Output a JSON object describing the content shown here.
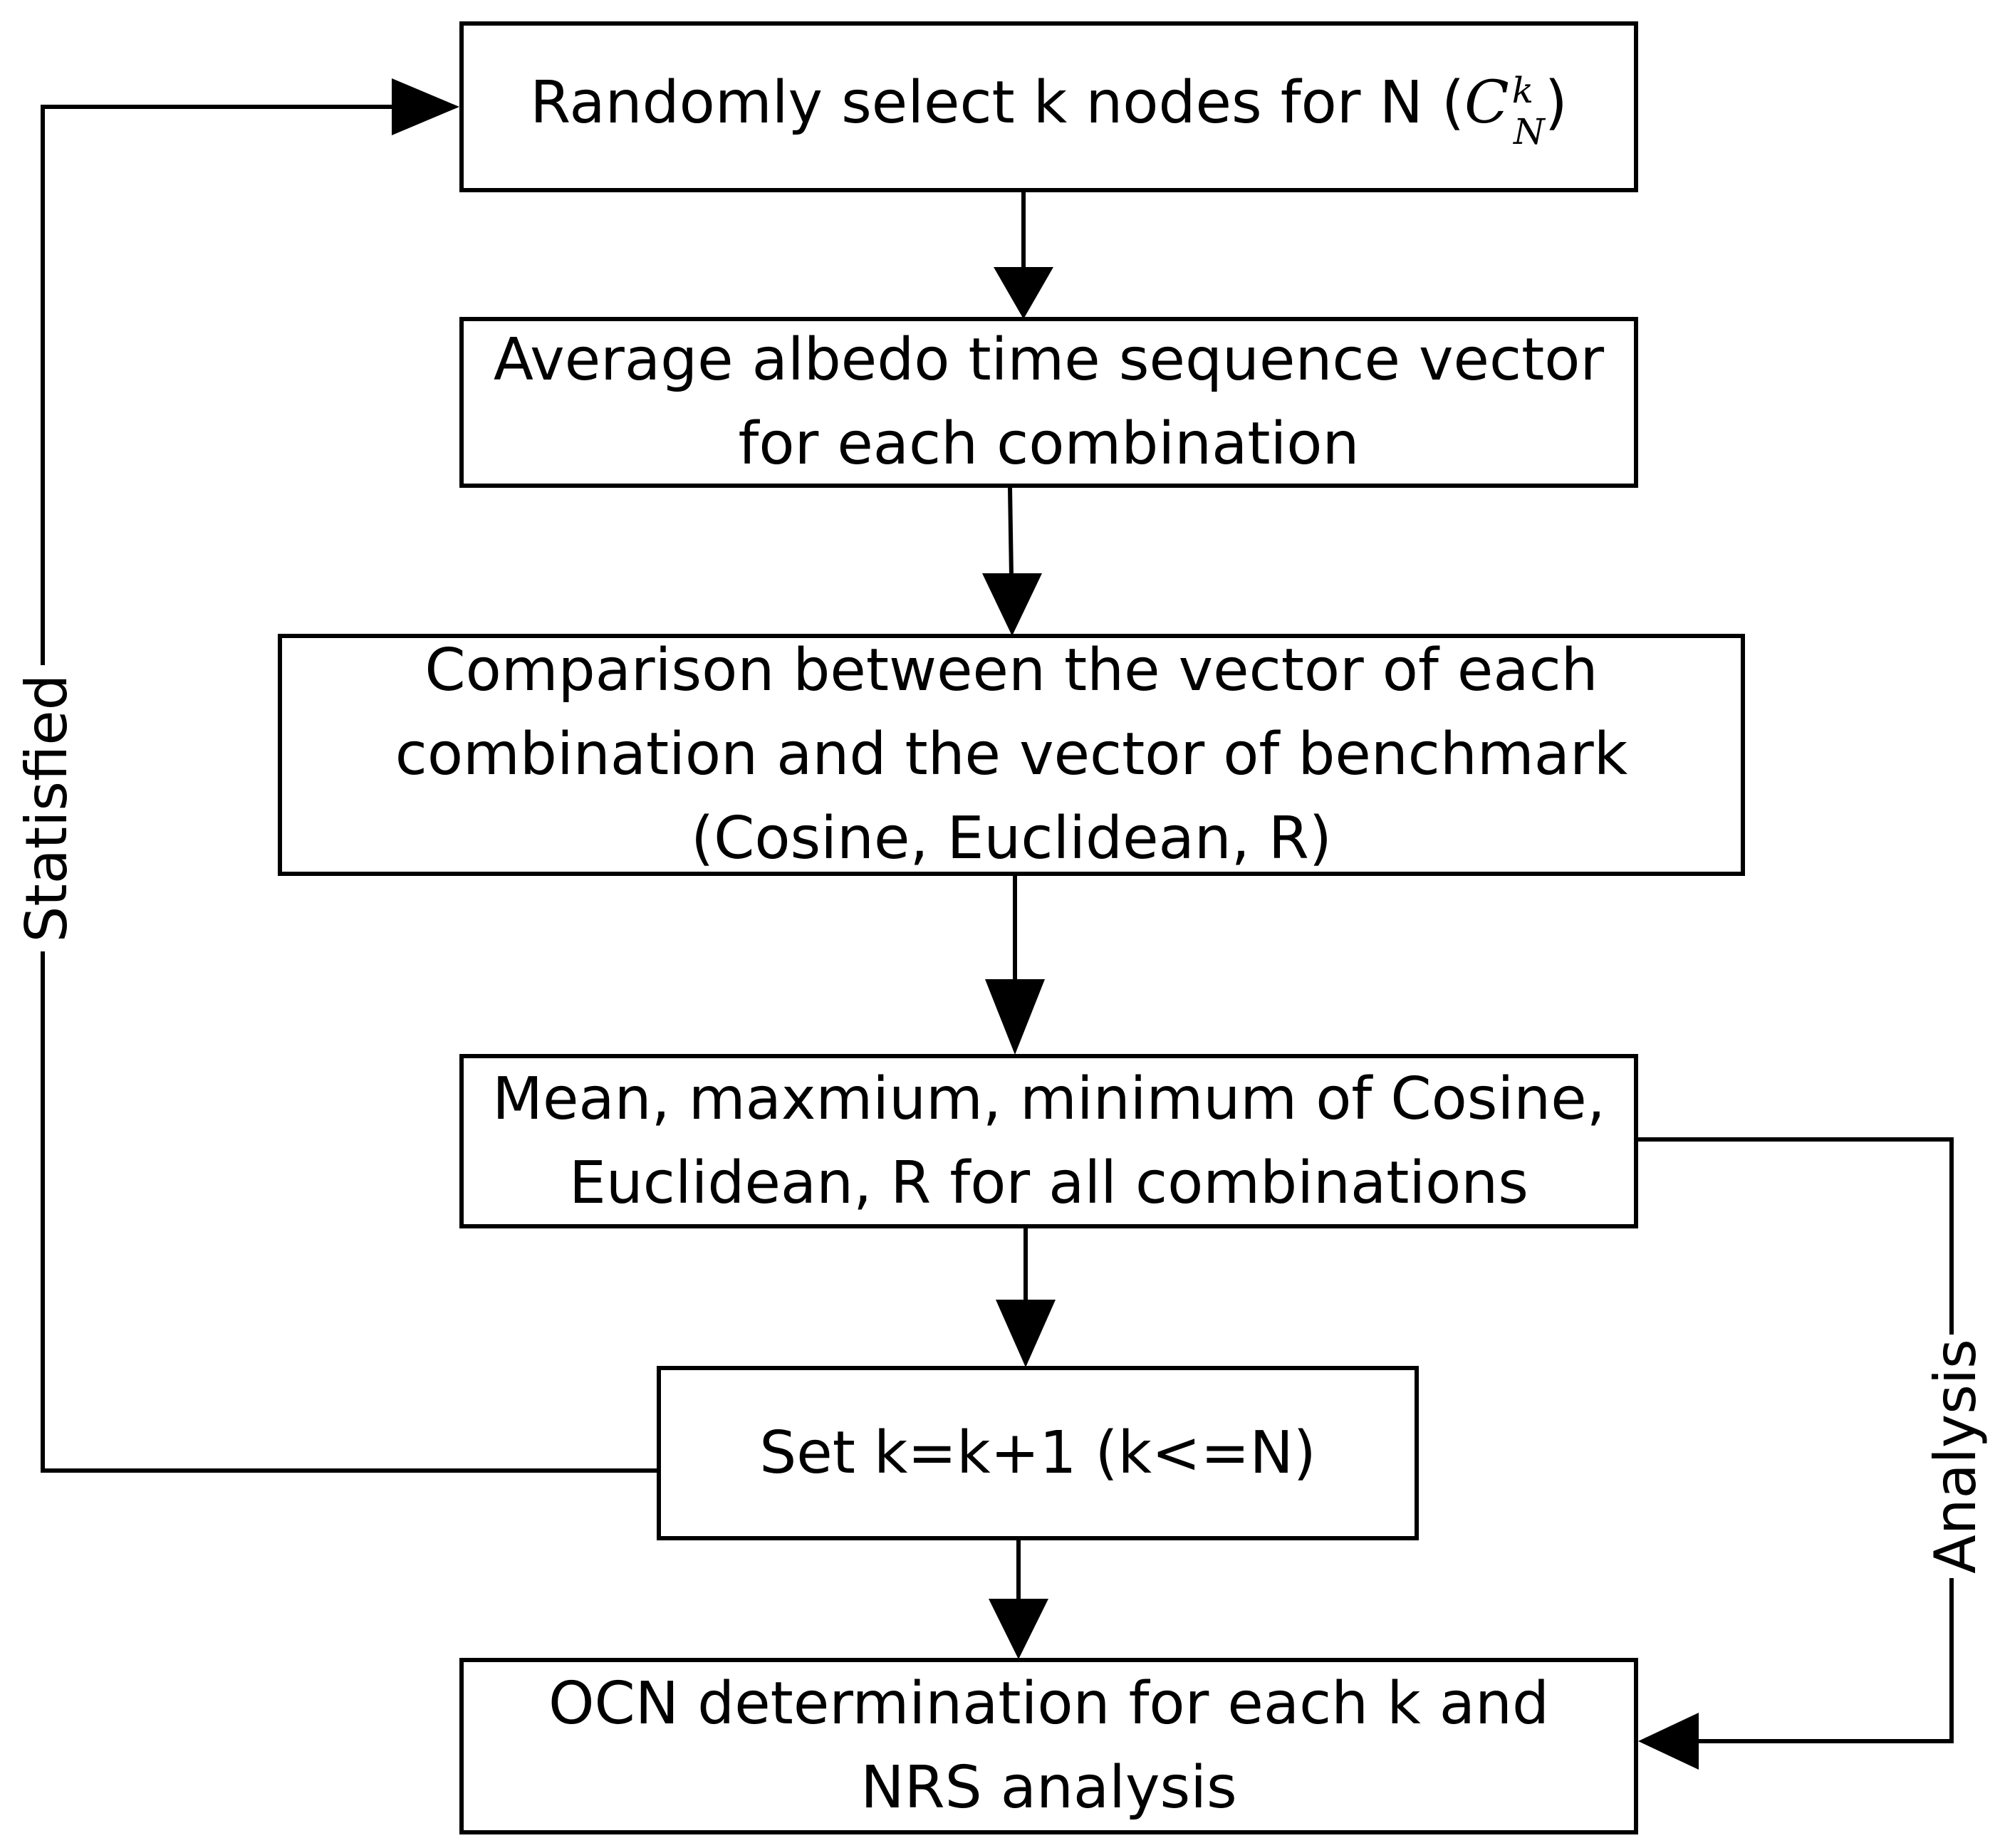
{
  "nodes": {
    "select": {
      "prefix": "Randomly select k nodes for N (",
      "sym": "C",
      "sup": "k",
      "sub": "N",
      "suffix": ")"
    },
    "average": {
      "line1": "Average albedo time sequence vector",
      "line2": "for each combination"
    },
    "comparison": {
      "line1": "Comparison between the vector of each",
      "line2": "combination and the vector of benchmark",
      "line3": "(Cosine, Euclidean, R)"
    },
    "stats": {
      "line1": "Mean, maxmium, minimum of Cosine,",
      "line2": "Euclidean, R for all combinations"
    },
    "setk": {
      "line1": "Set k=k+1 (k<=N)"
    },
    "ocn": {
      "line1": "OCN determination for each k and",
      "line2": "NRS analysis"
    }
  },
  "edge_labels": {
    "loop": "Statisfied",
    "analysis": "Analysis"
  },
  "colors": {
    "stroke": "#000000",
    "background": "#ffffff"
  }
}
